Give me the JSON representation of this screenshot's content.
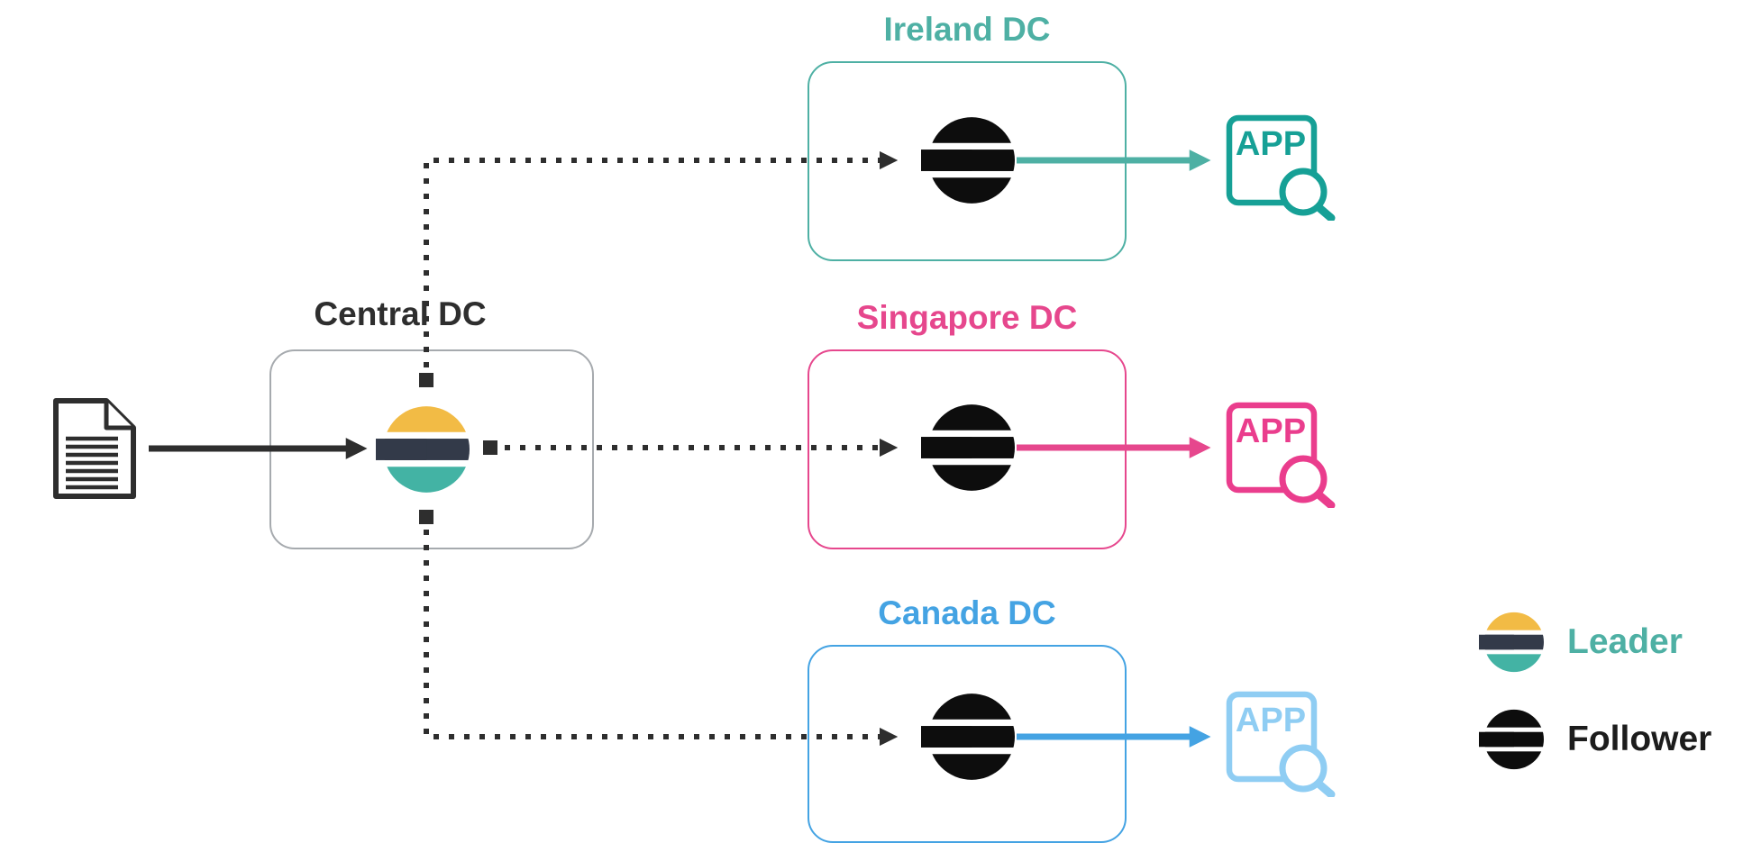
{
  "central": {
    "title": "Central DC"
  },
  "datacenters": [
    {
      "name": "Ireland DC"
    },
    {
      "name": "Singapore DC"
    },
    {
      "name": "Canada DC"
    }
  ],
  "app_label": "APP",
  "legend": {
    "leader": "Leader",
    "follower": "Follower"
  },
  "colors": {
    "dark": "#2e2e2e",
    "central-border": "#a6aaae",
    "leader-yellow": "#f2bb45",
    "leader-dark": "#333a49",
    "leader-teal": "#43b3a4",
    "follower-black": "#0d0d0d",
    "dc-ireland": "#4eb0a4",
    "dc-ireland-app": "#16a096",
    "dc-singapore": "#e6478d",
    "dc-singapore-app": "#ea3d8d",
    "dc-canada": "#44a3e3",
    "dc-canada-app": "#8fcdf3",
    "leader-label": "#4eb0a4",
    "follower-label": "#1c1c1c"
  }
}
